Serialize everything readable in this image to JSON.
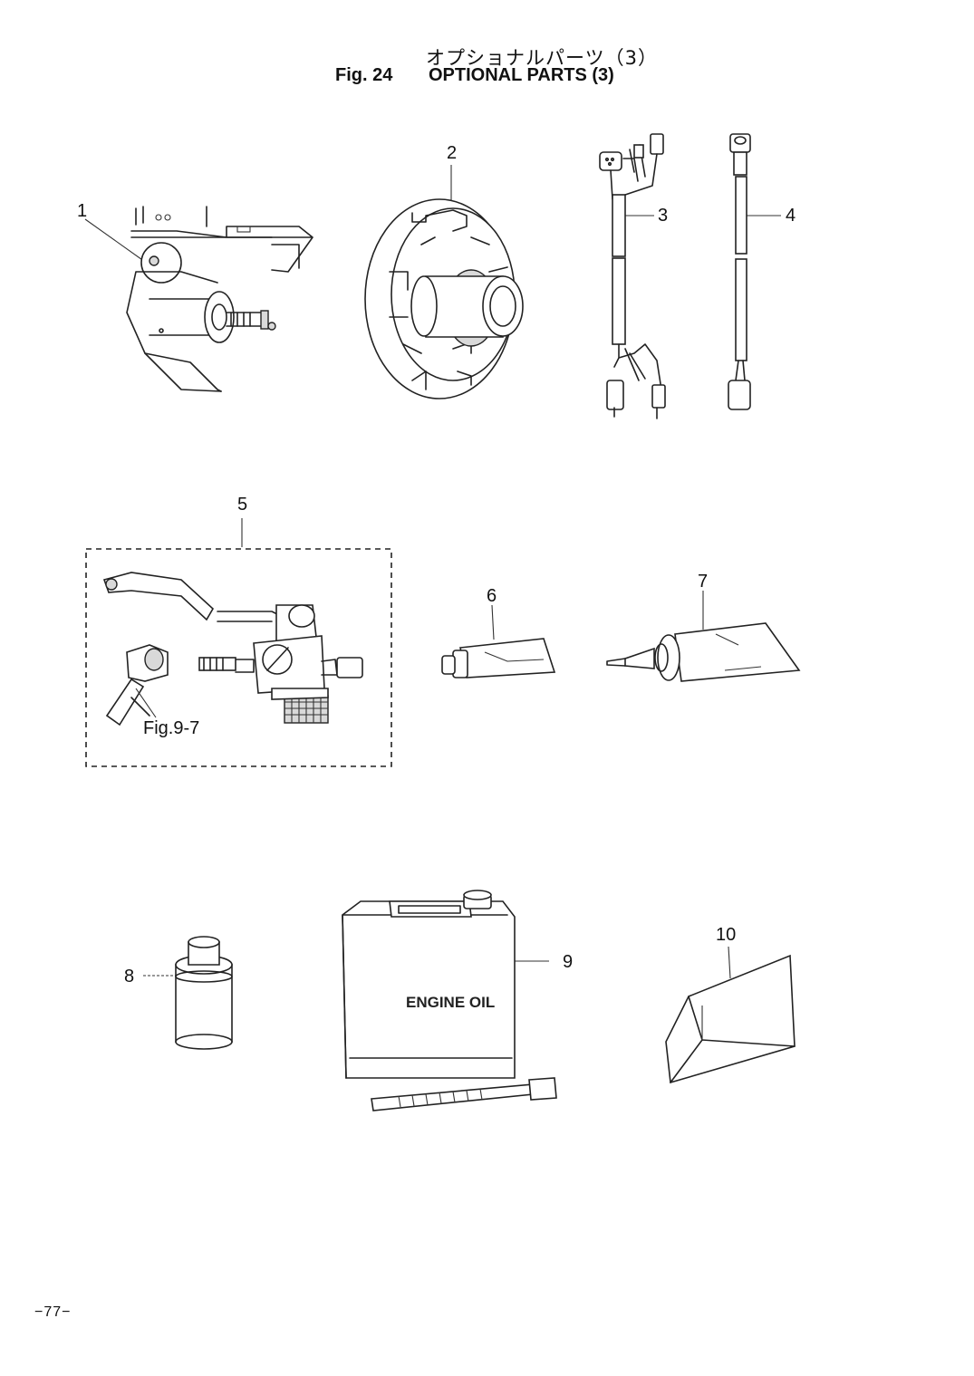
{
  "header": {
    "title_jp": "オプショナルパーツ（3）",
    "fig_label": "Fig. 24",
    "title_en": "OPTIONAL PARTS (3)"
  },
  "callouts": [
    "1",
    "2",
    "3",
    "4",
    "5",
    "6",
    "7",
    "8",
    "9",
    "10"
  ],
  "reference": "Fig.9-7",
  "oil_can_label": "ENGINE OIL",
  "page_number": "−77−"
}
